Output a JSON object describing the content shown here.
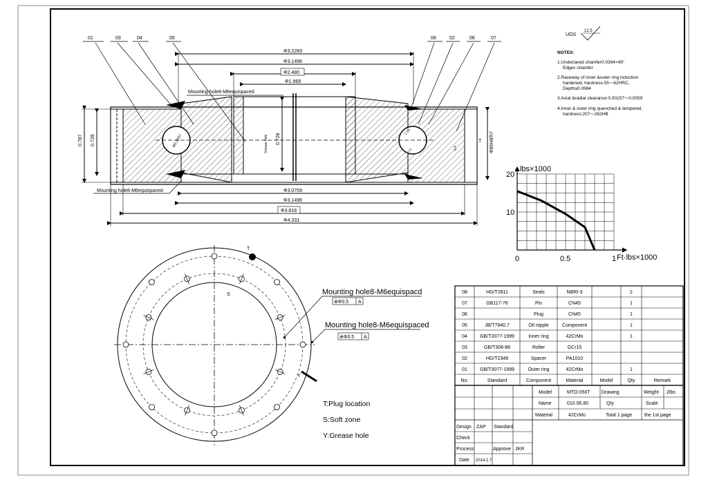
{
  "surface_finish": {
    "label": "UOS",
    "value": "12.5"
  },
  "notes": {
    "title": "NOTES:",
    "lines": [
      "1.Undeclared chamfer0.0394×45°",
      "Edges chamfer",
      "2.Raceway of inner &outer ring induction",
      "hardened, hardness:55～62HRC,",
      "Depth≥0.0984",
      "3.Axial &radial clearance:0.00157～0.0059",
      "4.Inner & outer ring quenched & tempered,",
      "hardness:207～262HB"
    ]
  },
  "section_view": {
    "part_callouts": [
      "01",
      "03",
      "04",
      "05",
      "08",
      "02",
      "06",
      "07"
    ],
    "dims_top": [
      "Φ3.2283",
      "Φ3.1496",
      "Φ2.480",
      "Φ1.968"
    ],
    "dims_bottom": [
      "Φ3.0709",
      "Φ3.1496",
      "Φ3.818",
      "Φ4.331"
    ],
    "dims_left": [
      "0.787",
      "0.728"
    ],
    "dim_center": "0.728",
    "ball_label": "Φ0.3937",
    "grease_label": "Grease hole",
    "mount_label_top": "Mounting hole8-M6equispaced",
    "mount_label_bottom": "Mounting hole8-M6equispaced",
    "right_label_t": "T",
    "right_dim": "Φ85H8/h7",
    "small_dims": [
      "7.28",
      "7.2",
      "0.4"
    ]
  },
  "chart_data": {
    "type": "line",
    "title": "",
    "ylabel": "lbs×1000",
    "xlabel": "Ft·lbs×1000",
    "x_ticks": [
      0,
      0.5,
      1
    ],
    "y_ticks": [
      10,
      20
    ],
    "xlim": [
      0,
      1
    ],
    "ylim": [
      0,
      20
    ],
    "grid": true,
    "series": [
      {
        "x": [
          0,
          0.25,
          0.5,
          0.7,
          0.8
        ],
        "y": [
          15.5,
          13,
          9.5,
          6,
          0
        ]
      }
    ]
  },
  "plan_view": {
    "label_t": "T",
    "label_s": "S",
    "label_y": "Y",
    "mount_callout_1": "Mounting hole8-M6equispacd",
    "mount_callout_2": "Mounting hole8-M6equispaced",
    "tol_1": [
      "⊕Φ0.5",
      "A"
    ],
    "tol_2": [
      "⊕Φ0.5",
      "A"
    ],
    "legend": [
      "T:Plug location",
      "S:Soft zone",
      "Y:Grease hole"
    ]
  },
  "bom": {
    "rows": [
      {
        "no": "08",
        "std": "HG/T2811",
        "comp": "Seals",
        "mat": "NBRI-3",
        "model": "",
        "qty": "2",
        "remark": ""
      },
      {
        "no": "07",
        "std": "GB117-76",
        "comp": "Pin",
        "mat": "CN45",
        "model": "",
        "qty": "1",
        "remark": ""
      },
      {
        "no": "06",
        "std": "",
        "comp": "Plug",
        "mat": "CN45",
        "model": "",
        "qty": "1",
        "remark": ""
      },
      {
        "no": "05",
        "std": "JB/T7940.7",
        "comp": "Oil nipple",
        "mat": "Component",
        "model": "",
        "qty": "1",
        "remark": ""
      },
      {
        "no": "04",
        "std": "GB/T3077-1999",
        "comp": "Inner ring",
        "mat": "42CrMo",
        "model": "",
        "qty": "1",
        "remark": ""
      },
      {
        "no": "03",
        "std": "GB/T308-88",
        "comp": "Roller",
        "mat": "GCr15",
        "model": "",
        "qty": "",
        "remark": ""
      },
      {
        "no": "02",
        "std": "HG/T2349",
        "comp": "Spacer",
        "mat": "PA1010",
        "model": "",
        "qty": "",
        "remark": ""
      },
      {
        "no": "01",
        "std": "GB/T3077-1999",
        "comp": "Outer ring",
        "mat": "42CrMo",
        "model": "",
        "qty": "1",
        "remark": ""
      }
    ],
    "header": {
      "no": "No.",
      "std": "Standard",
      "comp": "Component",
      "mat": "Material",
      "model": "Model",
      "qty": "Qty",
      "remark": "Remark"
    }
  },
  "title_block": {
    "model_label": "Model",
    "model_value": "MTO-050T",
    "drawing_label": "Drawing",
    "weight_label": "Weight",
    "weight_value": "2lbs",
    "name_label": "Name",
    "name_value": "010.06.80",
    "qty_label": "Qty",
    "scale_label": "Scale",
    "material_label": "Material",
    "material_value": "42CrMo",
    "total_pages": "Total 1 page",
    "this_page": "the 1st page",
    "design_label": "Design",
    "design_value": "ZAP",
    "standard_label": "Standard",
    "check_label": "Check",
    "process_label": "Process",
    "approve_label": "Approve",
    "approve_value": "JKR",
    "date_label": "Date",
    "date_value": "2014.1.7"
  }
}
